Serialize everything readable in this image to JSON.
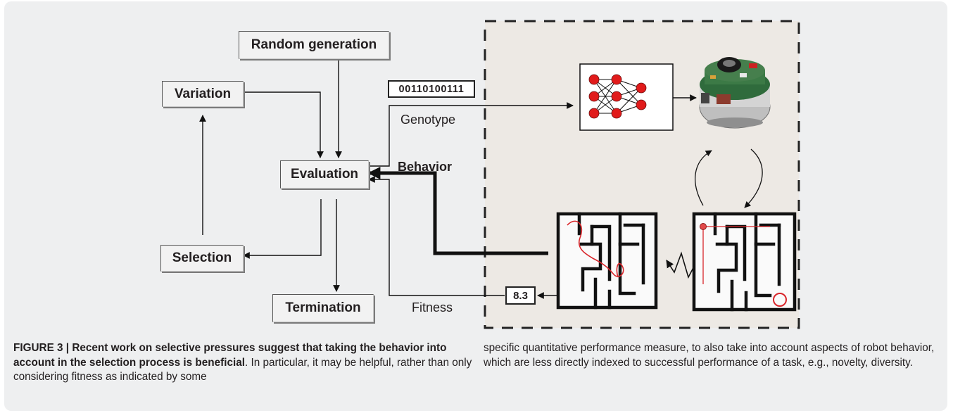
{
  "diagram": {
    "boxes": {
      "random_generation": "Random generation",
      "variation": "Variation",
      "evaluation": "Evaluation",
      "selection": "Selection",
      "termination": "Termination"
    },
    "genotype_string": "00110100111",
    "labels": {
      "genotype": "Genotype",
      "behavior": "Behavior",
      "fitness": "Fitness"
    },
    "fitness_value": "8.3"
  },
  "caption": {
    "heading": "FIGURE 3 | Recent work on selective pressures suggest that taking the behavior into account in the selection process is beneficial",
    "left_text": ". In particular, it may be helpful, rather than only considering fitness as indicated by some",
    "right_text": "specific quantitative performance measure, to also take into account aspects of robot behavior, which are less directly indexed to successful performance of a task, e.g., novelty, diversity."
  },
  "colors": {
    "panel_background": "#eeeff0",
    "robot_panel_background": "#ede9e4",
    "neuron_red": "#e11b1b",
    "maze_trace_red": "#d9262b"
  }
}
